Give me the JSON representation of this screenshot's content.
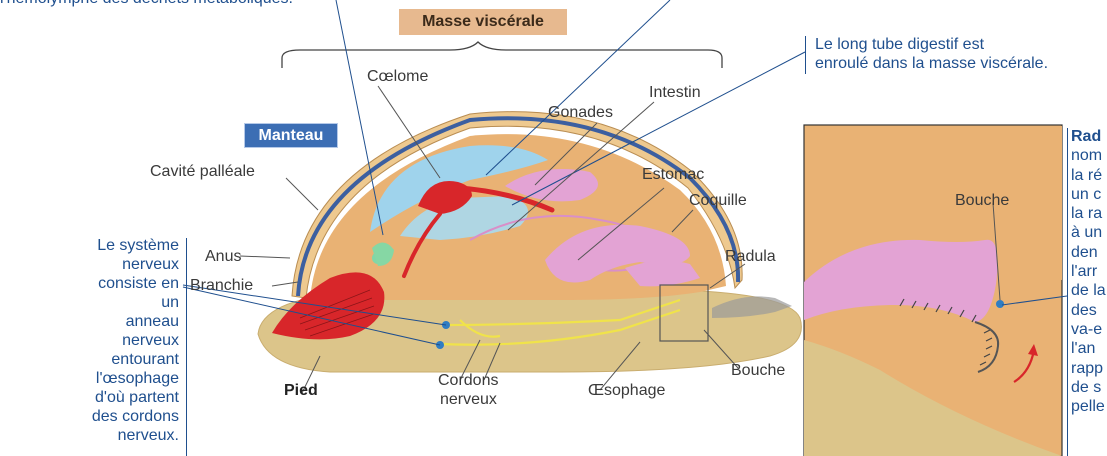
{
  "top_caption": "l'hémolymphe des déchets métaboliques.",
  "masse_visc": "Masse viscérale",
  "manteau": "Manteau",
  "labels": {
    "coelome": "Cœlome",
    "gonades": "Gonades",
    "intestin": "Intestin",
    "estomac": "Estomac",
    "coquille": "Coquille",
    "radula": "Radula",
    "cavite": "Cavité palléale",
    "anus": "Anus",
    "branchie": "Branchie",
    "pied": "Pied",
    "cordons_1": "Cordons",
    "cordons_2": "nerveux",
    "oesophage": "Œsophage",
    "bouche": "Bouche",
    "bouche_inset": "Bouche"
  },
  "nerve_note": [
    "Le système",
    "nerveux",
    "consiste en un",
    "anneau nerveux",
    "entourant",
    "l'œsophage",
    "d'où partent",
    "des cordons",
    "nerveux."
  ],
  "tube_note": [
    "Le long tube digestif est",
    "enroulé dans la masse viscérale."
  ],
  "radula_note": [
    "Rad",
    "nom",
    "la ré",
    "un c",
    "la ra",
    "à un",
    "den",
    "l'arr",
    "de la",
    "des",
    "va-e",
    "l'an",
    "rapp",
    "de s",
    "pelle"
  ],
  "colors": {
    "accent_blue": "#1f4f8e",
    "manteau_bg": "#3c6eb4",
    "masse_bg": "#e7b98f",
    "body_orange": "#e9b274",
    "foot": "#dcc58a",
    "gill_red": "#d8262a",
    "pink": "#e3a3d4",
    "coelom_blue": "#9fd3ec"
  }
}
